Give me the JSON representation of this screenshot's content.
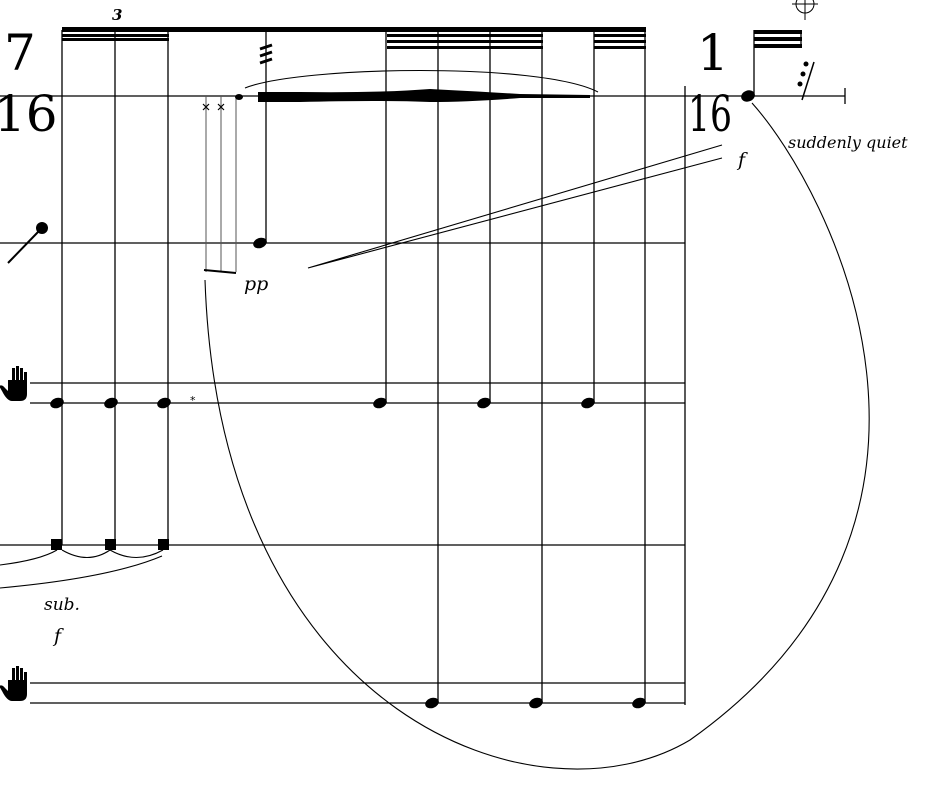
{
  "score": {
    "time_signature_1": {
      "numerator": "7",
      "denominator": "16"
    },
    "time_signature_2": {
      "numerator": "1",
      "denominator": "16"
    },
    "tuplet_number": "3",
    "dynamics": {
      "pp": "pp",
      "f_upper": "f",
      "sub": "sub.",
      "f_lower": "f"
    },
    "expression": "suddenly quiet",
    "asterisk": "*",
    "colors": {
      "ink": "#000000",
      "paper": "#ffffff"
    }
  }
}
